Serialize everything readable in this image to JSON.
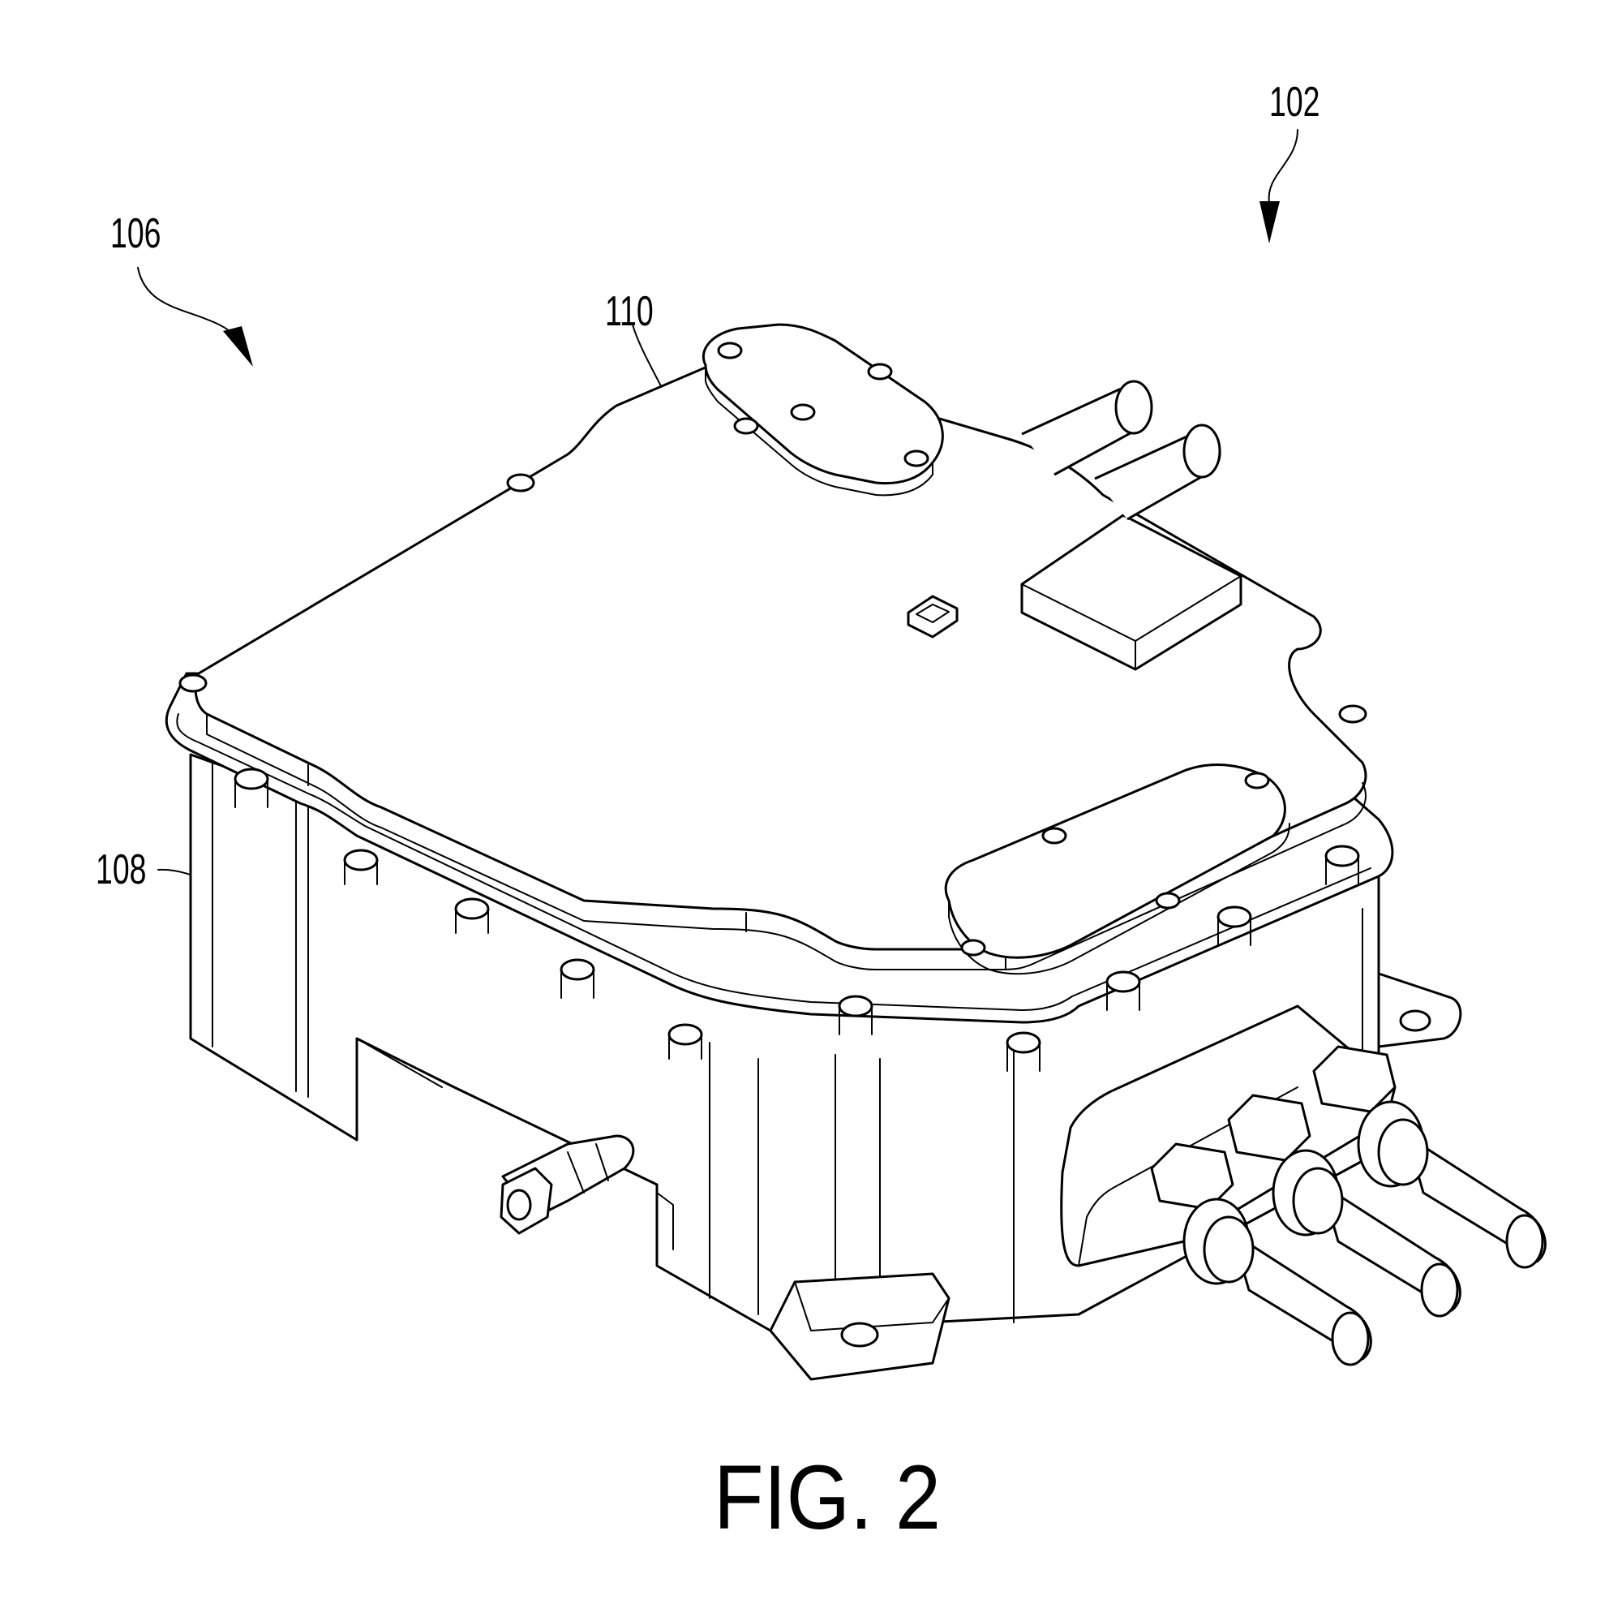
{
  "figure": {
    "caption": "FIG. 2",
    "labels": {
      "assembly": "102",
      "view": "106",
      "housing": "108",
      "cover": "110"
    },
    "line_color": "#000000",
    "background": "#ffffff"
  }
}
